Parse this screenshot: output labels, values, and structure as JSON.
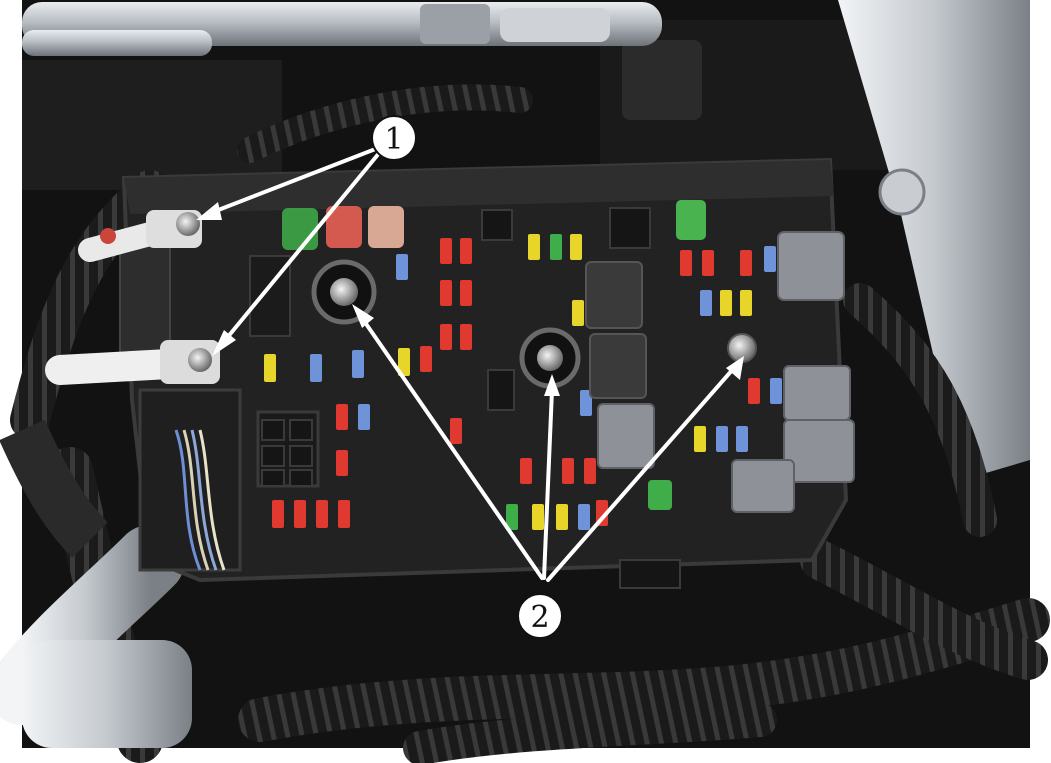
{
  "figure": {
    "callouts": [
      {
        "id": "callout-1",
        "label": "1"
      },
      {
        "id": "callout-2",
        "label": "2"
      }
    ]
  },
  "colors": {
    "background": "#ffffff",
    "engine_bay": "#141414",
    "fuse_block": "#262626",
    "arrow": "#ffffff",
    "fuse_red": "#e0392f",
    "fuse_yellow": "#e8d52a",
    "fuse_blue": "#6f93d8",
    "fuse_green": "#3fae4a",
    "relay_gray": "#8e9197"
  }
}
